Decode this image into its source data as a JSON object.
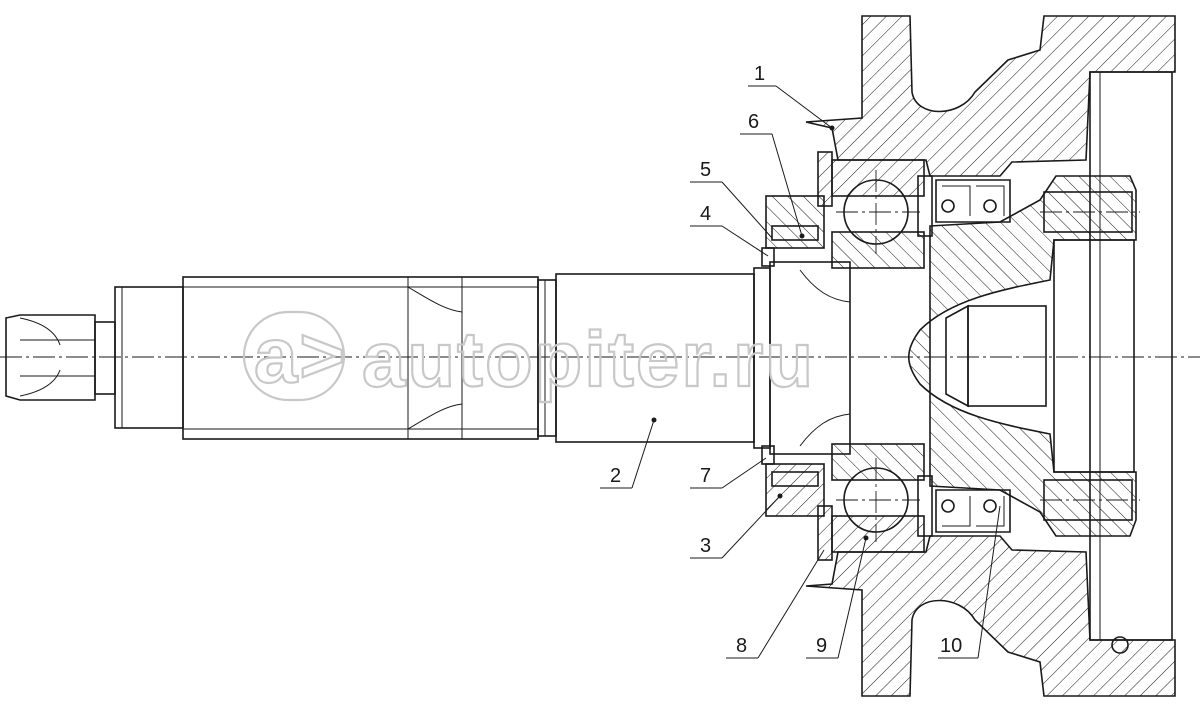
{
  "watermark": {
    "text": "autopiter.ru",
    "logo_glyph": "a>"
  },
  "callouts": [
    {
      "id": "c1",
      "label": "1"
    },
    {
      "id": "c2",
      "label": "2"
    },
    {
      "id": "c3",
      "label": "3"
    },
    {
      "id": "c4",
      "label": "4"
    },
    {
      "id": "c5",
      "label": "5"
    },
    {
      "id": "c6",
      "label": "6"
    },
    {
      "id": "c7",
      "label": "7"
    },
    {
      "id": "c8",
      "label": "8"
    },
    {
      "id": "c9",
      "label": "9"
    },
    {
      "id": "c10",
      "label": "10"
    }
  ],
  "colors": {
    "line": "#1a1a1a",
    "background": "#ffffff",
    "watermark": "#c8c8c8"
  }
}
